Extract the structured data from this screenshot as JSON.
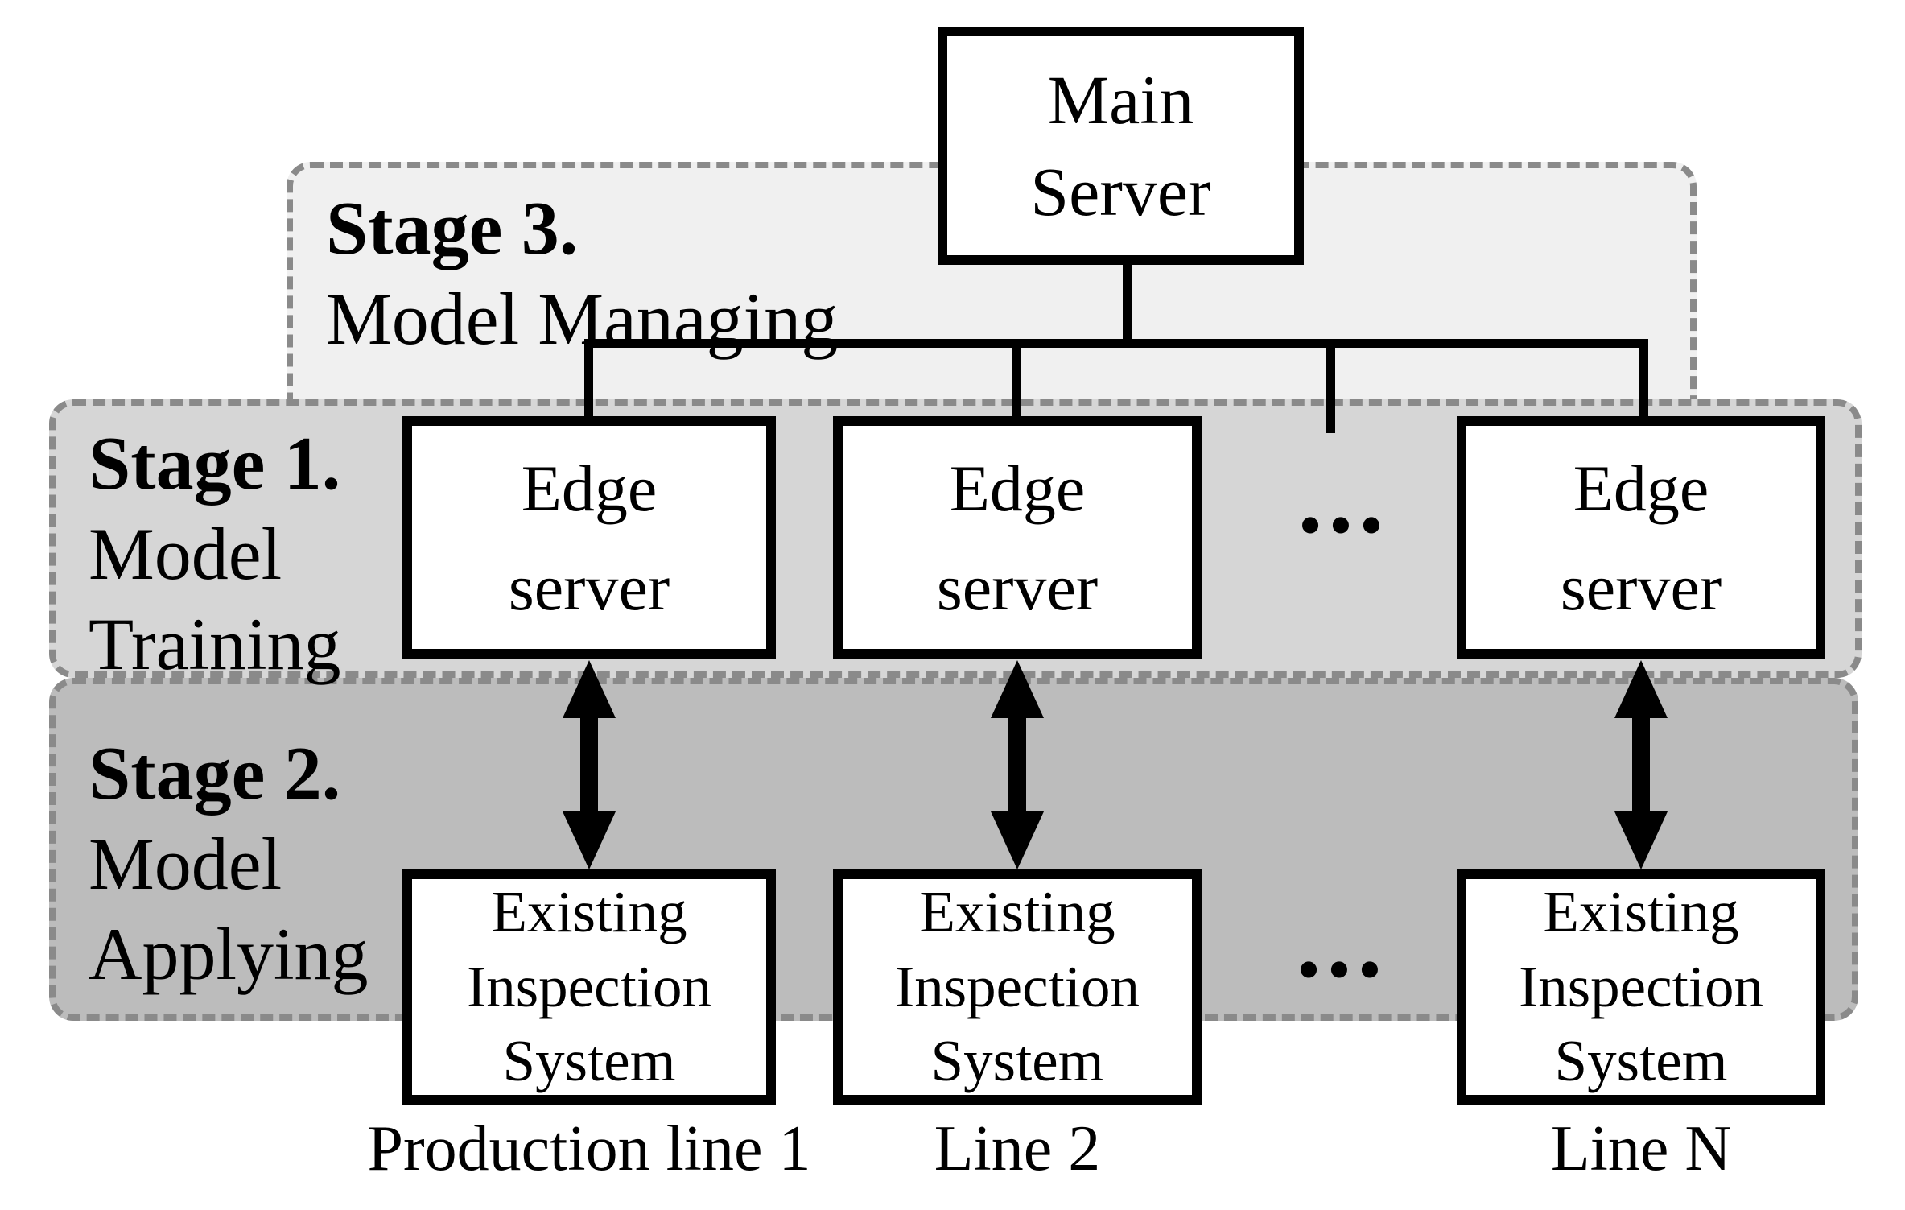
{
  "colors": {
    "canvas_bg": "#ffffff",
    "stage3_bg": "#f0f0f0",
    "stage1_bg": "#d6d6d6",
    "stage2_bg": "#bcbcbc",
    "dash_border": "#8a8a8a",
    "line_color": "#000000",
    "node_bg": "#ffffff",
    "node_border": "#000000",
    "text": "#000000"
  },
  "stages": {
    "stage3": {
      "title": "Stage 3.",
      "subtitle": "Model Managing"
    },
    "stage1": {
      "title": "Stage 1.",
      "subtitle": "Model\nTraining"
    },
    "stage2": {
      "title": "Stage 2.",
      "subtitle": "Model\nApplying"
    }
  },
  "nodes": {
    "main_server": "Main\nServer",
    "edge_servers": [
      "Edge\nserver",
      "Edge\nserver",
      "Edge\nserver"
    ],
    "inspection_systems": [
      "Existing\nInspection\nSystem",
      "Existing\nInspection\nSystem",
      "Existing\nInspection\nSystem"
    ],
    "ellipsis_row1": "•••",
    "ellipsis_row2": "•••"
  },
  "line_labels": [
    "Production line 1",
    "Line 2",
    "Line N"
  ]
}
